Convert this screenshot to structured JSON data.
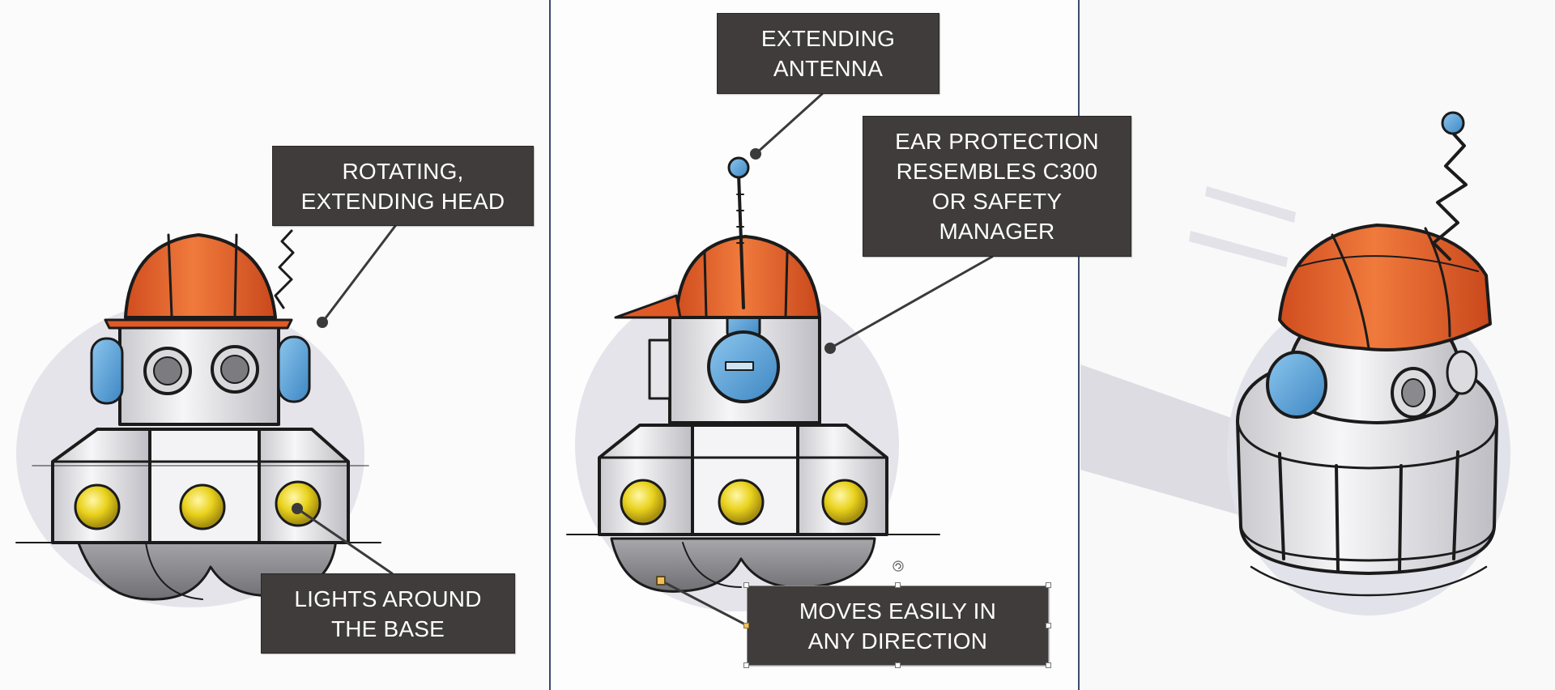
{
  "panels": [
    {
      "id": "front-view"
    },
    {
      "id": "side-view"
    },
    {
      "id": "perspective-view"
    }
  ],
  "callouts": {
    "rotating_head": {
      "line1": "ROTATING,",
      "line2": "EXTENDING HEAD"
    },
    "lights_base": {
      "line1": "LIGHTS AROUND",
      "line2": "THE BASE"
    },
    "antenna": {
      "line1": "EXTENDING",
      "line2": "ANTENNA"
    },
    "ear_protection": {
      "line1": "EAR PROTECTION",
      "line2": "RESEMBLES C300",
      "line3": "OR SAFETY",
      "line4": "MANAGER"
    },
    "moves": {
      "line1": "MOVES EASILY IN",
      "line2": "ANY DIRECTION"
    }
  },
  "colors": {
    "callout_bg": "#3f3c3b",
    "callout_text": "#ffffff",
    "helmet": "#e8632a",
    "ear_cup": "#5aa7de",
    "light": "#e9d21c",
    "body": "#ededf0",
    "wheel": "#8c8c90",
    "divider": "#3b4a6b"
  }
}
